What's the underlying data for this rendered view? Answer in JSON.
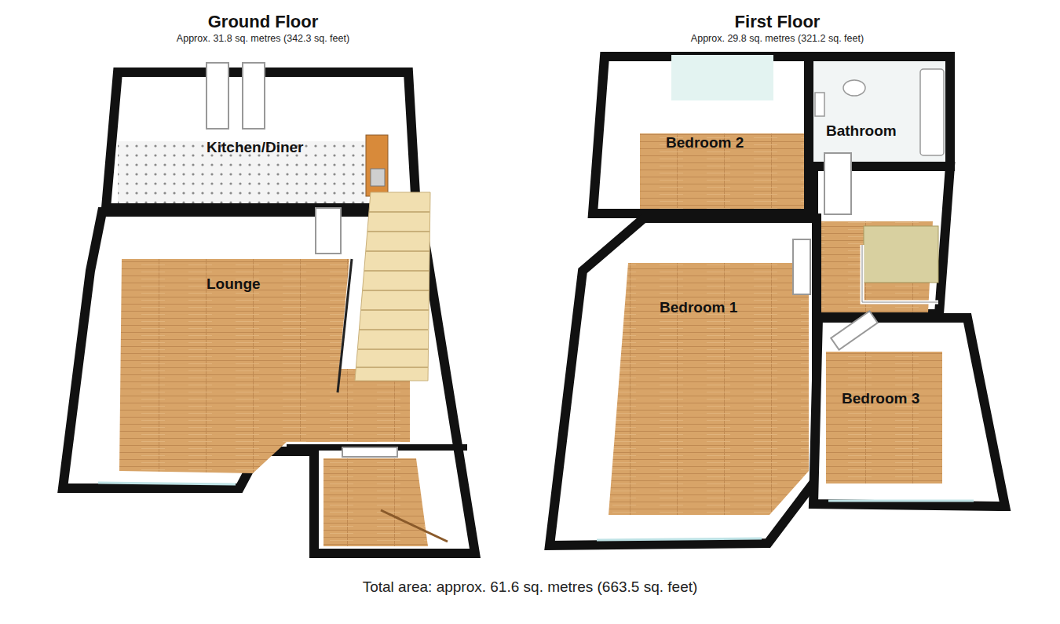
{
  "diagram": {
    "caption": "Total area: approx. 61.6 sq. metres (663.5 sq. feet)",
    "nodes": [
      {
        "text": [
          "Ground Floor",
          "Approx. 31.8 sq. metres (342.3 sq. feet)"
        ]
      },
      {
        "text": [
          "Kitchen/Diner"
        ],
        "in": 0
      },
      {
        "text": [
          "Lounge"
        ],
        "in": 0
      },
      {
        "text": [
          "First Floor",
          "Approx. 29.8 sq. metres (321.2 sq. feet)"
        ]
      },
      {
        "text": [
          "Bedroom 2"
        ],
        "in": 3
      },
      {
        "text": [
          "Bathroom"
        ],
        "in": 3
      },
      {
        "text": [
          "Bedroom 1"
        ],
        "in": 3
      },
      {
        "text": [
          "Bedroom 3"
        ],
        "in": 3
      }
    ]
  }
}
